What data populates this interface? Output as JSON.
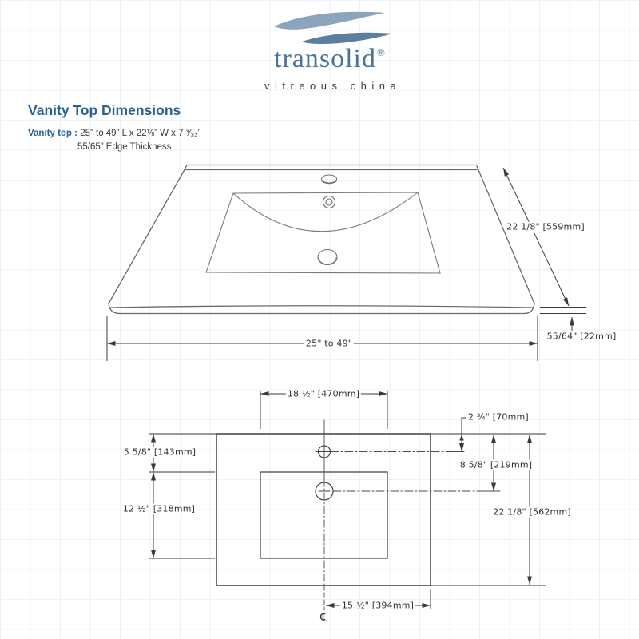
{
  "logo": {
    "brand": "transolid",
    "registered_mark": "®",
    "tagline": "vitreous china"
  },
  "header": {
    "title": "Vanity Top Dimensions",
    "spec_label": "Vanity top :",
    "spec_dimensions": "25” to 49” L x 22⅛” W x 7 ³⁄₃₂”",
    "spec_edge": "55/65” Edge Thickness"
  },
  "perspective_view": {
    "width_dim": "22 1/8\" [559mm]",
    "length_dim": "25\" to 49\"",
    "edge_thickness_dim": "55/64\" [22mm]"
  },
  "plan_view": {
    "faucet_deck_width_dim": "18 ½\" [470mm]",
    "top_to_bowl_dim": "5 5/8\" [143mm]",
    "bowl_depth_dim": "12 ½\" [318mm]",
    "faucet_center_dim": "2 ¾\" [70mm]",
    "drain_center_dim": "8 5/8\" [219mm]",
    "overall_depth_dim": "22 1/8\" [562mm]",
    "centerline_to_edge_dim": "15 ½\" [394mm]",
    "centerline_symbol": "℄"
  },
  "colors": {
    "wave_light": "#8CA4BD",
    "wave_dark": "#5C7F9E",
    "brand_blue": "#4E7494",
    "heading_blue": "#2A618F",
    "object_line": "#6A6A6A",
    "dim_line": "#3A3A3A"
  }
}
